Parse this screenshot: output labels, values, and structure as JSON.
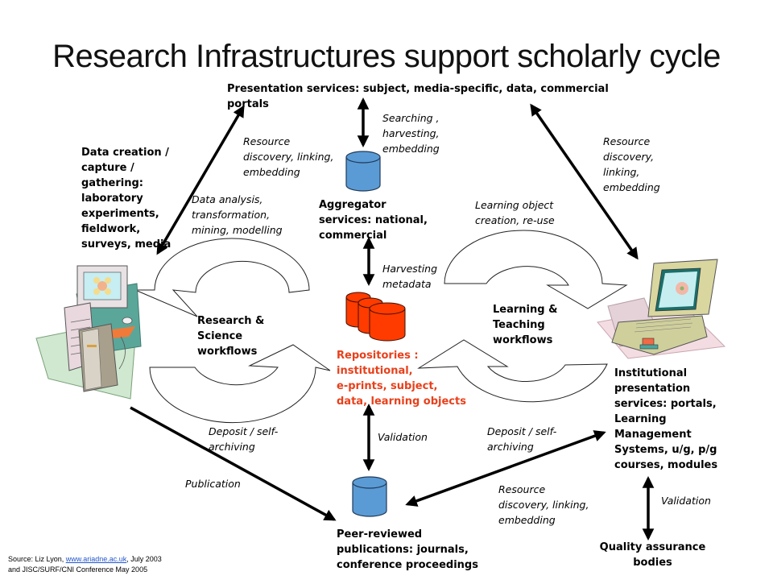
{
  "title": "Research Infrastructures support scholarly cycle",
  "colors": {
    "repository_red": "#ff3b00",
    "repository_text": "#e8401b",
    "database_blue": "#5b9bd5",
    "arrow_black": "#000000"
  },
  "nodes": {
    "presentation_services": "Presentation services: subject, media-specific, data, commercial portals",
    "data_creation": "Data creation /\ncapture /\ngathering:\nlaboratory\nexperiments,\nfieldwork,\nsurveys, media",
    "aggregator": "Aggregator\nservices: national,\ncommercial",
    "repositories": "Repositories :\ninstitutional,\ne-prints, subject,\ndata, learning objects",
    "research_workflows": "Research &\nScience\nworkflows",
    "learning_workflows": "Learning &\nTeaching\nworkflows",
    "institutional_presentation": "Institutional\npresentation\nservices: portals,\nLearning\nManagement\nSystems, u/g, p/g\ncourses, modules",
    "peer_reviewed": "Peer-reviewed\npublications: journals,\nconference proceedings",
    "quality_assurance": "Quality assurance\nbodies"
  },
  "edge_labels": {
    "resource_discovery_left": "Resource\ndiscovery, linking,\nembedding",
    "searching": "Searching ,\nharvesting,\nembedding",
    "resource_discovery_right": "Resource\ndiscovery,\nlinking,\nembedding",
    "data_analysis": "Data analysis,\ntransformation,\nmining, modelling",
    "learning_object": "Learning object\ncreation, re-use",
    "harvesting_metadata": "Harvesting\nmetadata",
    "deposit_left": "Deposit / self-\narchiving",
    "deposit_right": "Deposit / self-\narchiving",
    "validation_center": "Validation",
    "publication": "Publication",
    "resource_discovery_bottom": "Resource\ndiscovery, linking,\nembedding",
    "validation_right": "Validation"
  },
  "icons": {
    "desktop": "desktop-computer-icon",
    "laptop": "laptop-icon",
    "aggregator_db": "database-icon",
    "repositories_db": "database-stack-icon",
    "peer_db": "database-icon"
  },
  "source": {
    "prefix": "Source: Liz Lyon, ",
    "link": "www.ariadne.ac.uk",
    "suffix": ", July 2003",
    "line2": "and JISC/SURF/CNI Conference May 2005"
  }
}
